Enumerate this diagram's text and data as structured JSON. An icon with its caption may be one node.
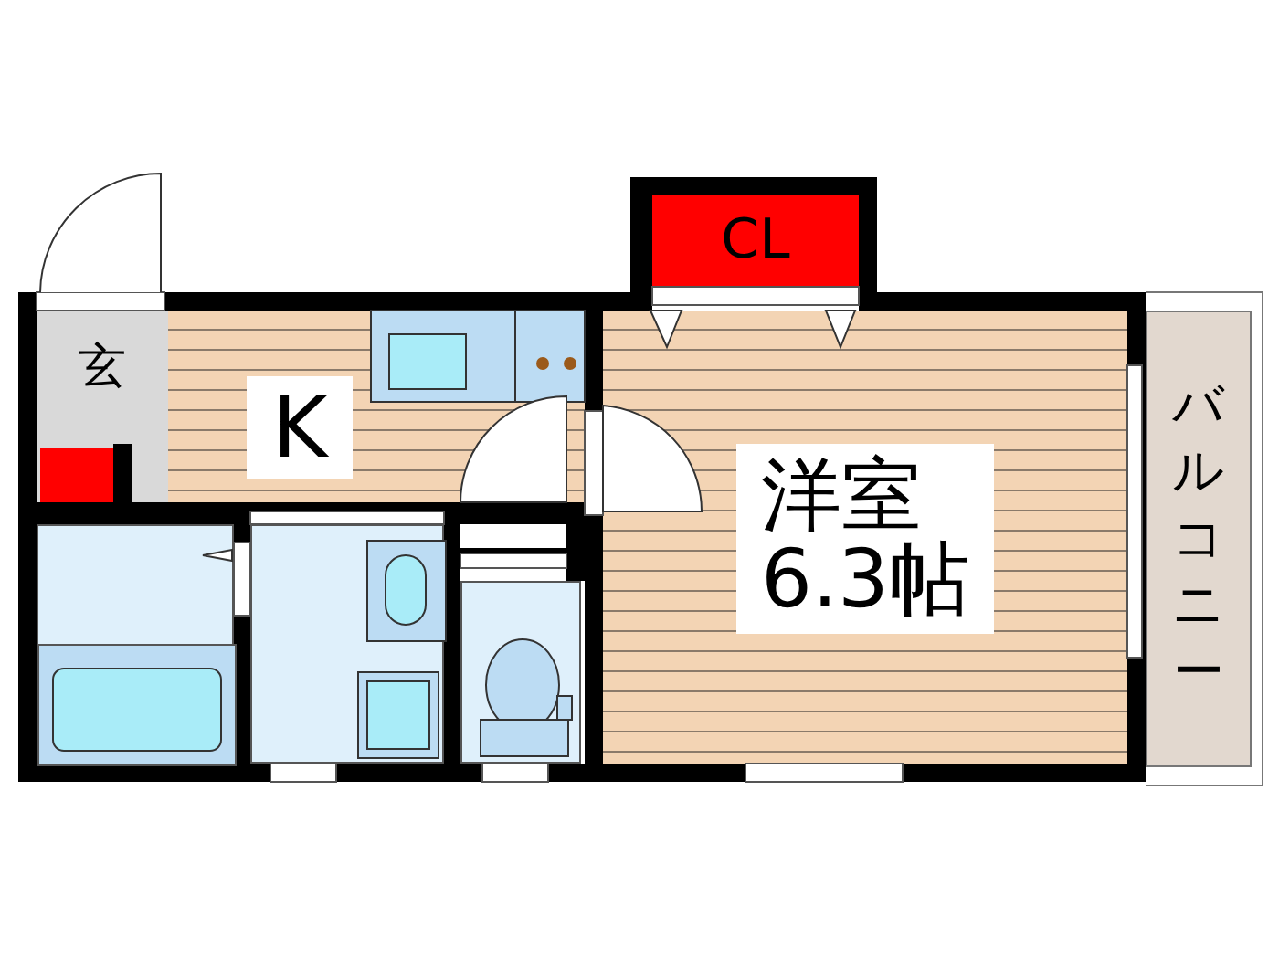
{
  "diagram": {
    "nodes": [
      {
        "text": [
          "CL"
        ]
      },
      {
        "text": [
          "玄"
        ]
      },
      {
        "text": [
          "K"
        ]
      },
      {
        "text": [
          "洋室",
          "6.3帖"
        ]
      },
      {
        "text": [
          "バルコニー"
        ]
      },
      {
        "text": [],
        "shape": "box"
      },
      {
        "text": [],
        "shape": "box"
      },
      {
        "text": [],
        "shape": "box"
      }
    ]
  }
}
